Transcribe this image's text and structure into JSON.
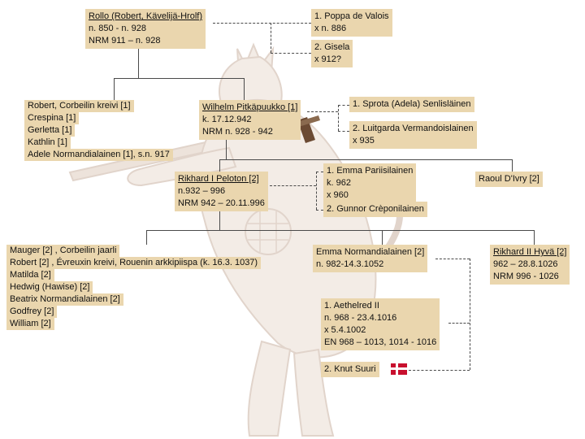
{
  "colors": {
    "box_bg": "#ead6ae",
    "connector": "#4a4a4a",
    "flag_red": "#c8102e",
    "watermark_fill": "#f2e9e2",
    "watermark_stroke": "#dccdc2"
  },
  "icons": {
    "flag": "denmark-flag"
  },
  "nodes": {
    "rollo": {
      "lines": [
        "Rollo (Robert, Kävelijä-Hrolf)",
        "n. 850 - n. 928",
        "NRM 911 – n. 928"
      ]
    },
    "poppa": {
      "lines": [
        "1. Poppa de Valois",
        "x n. 886"
      ]
    },
    "gisela": {
      "lines": [
        "2. Gisela",
        "x 912?"
      ]
    },
    "rollo_children": {
      "lines": [
        "Robert, Corbeilin kreivi [1]",
        "Crespina [1]",
        "Gerletta [1]",
        "Kathlin [1]",
        "Adele Normandialainen [1], s.n. 917"
      ]
    },
    "wilhelm": {
      "lines": [
        "Wilhelm Pitkäpuukko [1]",
        "k. 17.12.942",
        "NRM n. 928 - 942"
      ]
    },
    "sprota": {
      "lines": [
        "1. Sprota (Adela) Senlisläinen"
      ]
    },
    "luitgarda": {
      "lines": [
        "2. Luitgarda Vermandoislainen",
        "x 935"
      ]
    },
    "rikhard1": {
      "lines": [
        "Rikhard I Peloton [2]",
        "n.932 – 996",
        "NRM 942 – 20.11.996"
      ]
    },
    "emma_pariisilainen": {
      "lines": [
        "1. Emma Pariisilainen",
        "k. 962",
        "x 960"
      ]
    },
    "gunnor": {
      "lines": [
        "2. Gunnor Crèponilainen"
      ]
    },
    "raoul": {
      "lines": [
        "Raoul D'Ivry [2]"
      ]
    },
    "rikhard1_children": {
      "lines": [
        "Mauger [2] , Corbeilin jaarli",
        "Robert [2] , Évreuxin kreivi,  Rouenin arkkipiispa (k. 16.3. 1037)",
        "Matilda [2]",
        "Hedwig (Hawise) [2]",
        "Beatrix Normandialainen [2]",
        "Godfrey [2]",
        "William [2]"
      ]
    },
    "emma_normandialainen": {
      "lines": [
        "Emma Normandialainen [2]",
        "n. 982-14.3.1052"
      ]
    },
    "rikhard2": {
      "lines": [
        "Rikhard II Hyvä [2]",
        "962 – 28.8.1026",
        "NRM 996 - 1026"
      ]
    },
    "aethelred": {
      "lines": [
        "1. Aethelred II",
        "n. 968 - 23.4.1016",
        "x 5.4.1002",
        "EN 968 – 1013, 1014 - 1016"
      ]
    },
    "knut": {
      "lines": [
        "2. Knut Suuri"
      ]
    }
  }
}
